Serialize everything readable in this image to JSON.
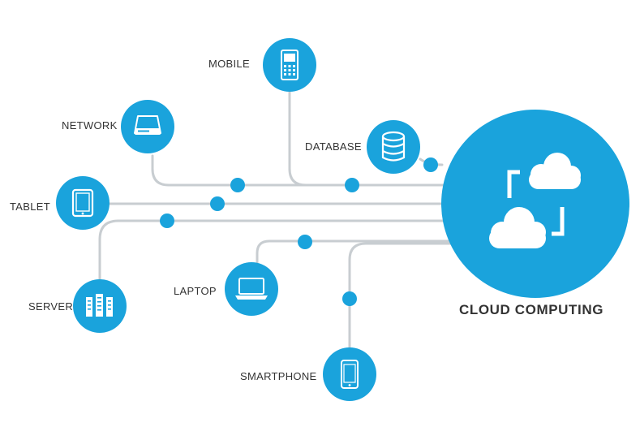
{
  "colors": {
    "accent": "#1AA3DC",
    "line": "#C8CDD1",
    "text": "#333333"
  },
  "hub": {
    "label": "CLOUD COMPUTING",
    "icon": "cloud-sync-icon"
  },
  "nodes": [
    {
      "id": "mobile",
      "label": "MOBILE",
      "icon": "feature-phone-icon"
    },
    {
      "id": "network",
      "label": "NETWORK",
      "icon": "network-drive-icon"
    },
    {
      "id": "database",
      "label": "DATABASE",
      "icon": "database-icon"
    },
    {
      "id": "tablet",
      "label": "TABLET",
      "icon": "tablet-icon"
    },
    {
      "id": "server",
      "label": "SERVER",
      "icon": "server-rack-icon"
    },
    {
      "id": "laptop",
      "label": "LAPTOP",
      "icon": "laptop-icon"
    },
    {
      "id": "smartphone",
      "label": "SMARTPHONE",
      "icon": "smartphone-icon"
    }
  ]
}
